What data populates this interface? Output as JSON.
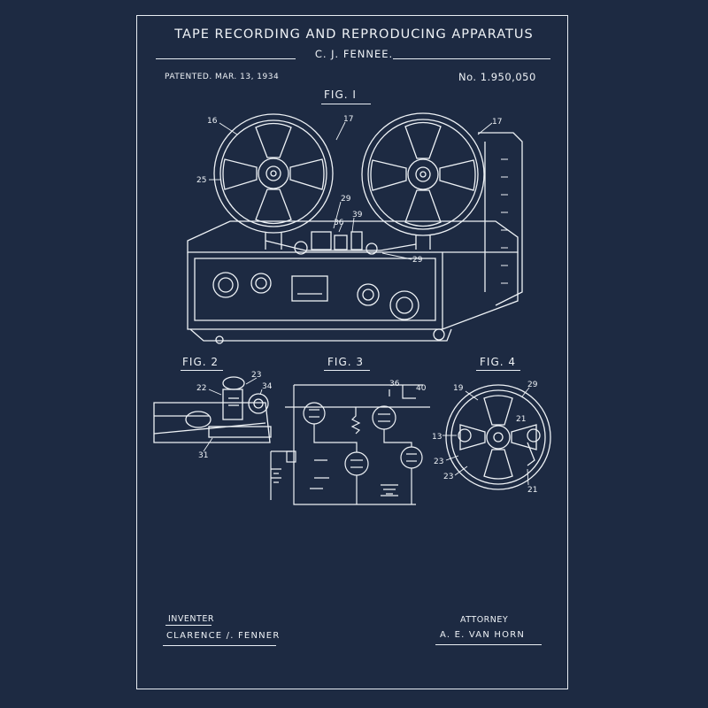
{
  "header": {
    "title": "TAPE RECORDING AND REPRODUCING APPARATUS",
    "inventor_short": "C. J. FENNEE.",
    "patented": "PATENTED. MAR. 13, 1934",
    "patent_number": "No. 1.950,050"
  },
  "figures": {
    "fig1": {
      "label": "FIG. I",
      "callouts": [
        "16",
        "17",
        "17",
        "25",
        "29",
        "36",
        "39",
        "29"
      ]
    },
    "fig2": {
      "label": "FIG. 2",
      "callouts": [
        "22",
        "23",
        "34",
        "31"
      ]
    },
    "fig3": {
      "label": "FIG. 3",
      "callouts": [
        "36",
        "40"
      ]
    },
    "fig4": {
      "label": "FIG. 4",
      "callouts": [
        "19",
        "29",
        "21",
        "13",
        "23",
        "23",
        "21"
      ]
    }
  },
  "footer": {
    "inventor_label": "INVENTER",
    "inventor_name": "CLARENCE /. FENNER",
    "attorney_label": "ATTORNEY",
    "attorney_name": "A. E. VAN  HORN"
  },
  "colors": {
    "background": "#1d2a42",
    "ink": "#eef2f6"
  }
}
